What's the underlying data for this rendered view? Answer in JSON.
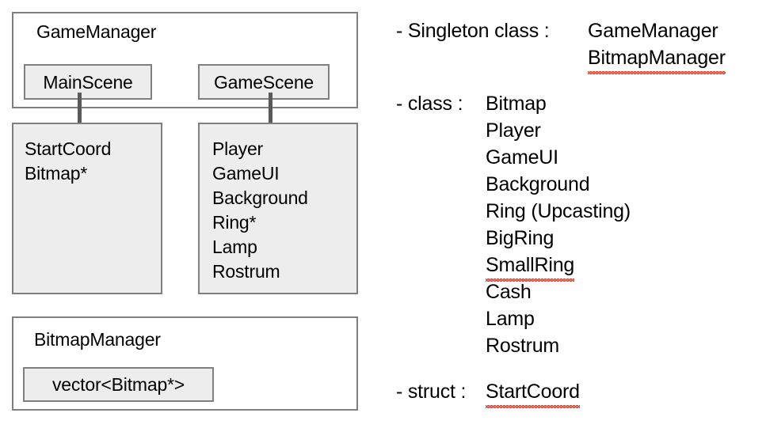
{
  "diagram": {
    "game_manager": {
      "title": "GameManager",
      "scenes": [
        {
          "label": "MainScene"
        },
        {
          "label": "GameScene"
        }
      ]
    },
    "main_scene_members": {
      "lines": [
        "StartCoord",
        "Bitmap*"
      ]
    },
    "game_scene_members": {
      "lines": [
        "Player",
        "GameUI",
        "Background",
        "Ring*",
        "Lamp",
        "Rostrum"
      ]
    },
    "bitmap_manager": {
      "title": "BitmapManager",
      "member": "vector<Bitmap*>"
    }
  },
  "notes": {
    "singleton": {
      "lead": "- Singleton class :",
      "values": [
        "GameManager",
        "BitmapManager"
      ]
    },
    "classes": {
      "lead": "- class :",
      "values": [
        "Bitmap",
        "Player",
        "GameUI",
        "Background",
        "Ring (Upcasting)",
        "BigRing",
        "SmallRing",
        "Cash",
        "Lamp",
        "Rostrum"
      ]
    },
    "struct": {
      "lead": "- struct :",
      "values": [
        "StartCoord"
      ]
    }
  },
  "colors": {
    "box_border": "#7f7f7f",
    "box_fill_grey": "#ededed",
    "box_fill_white": "#ffffff",
    "connector": "#5a5a5a",
    "spellcheck": "#e03a28",
    "text": "#000000"
  }
}
